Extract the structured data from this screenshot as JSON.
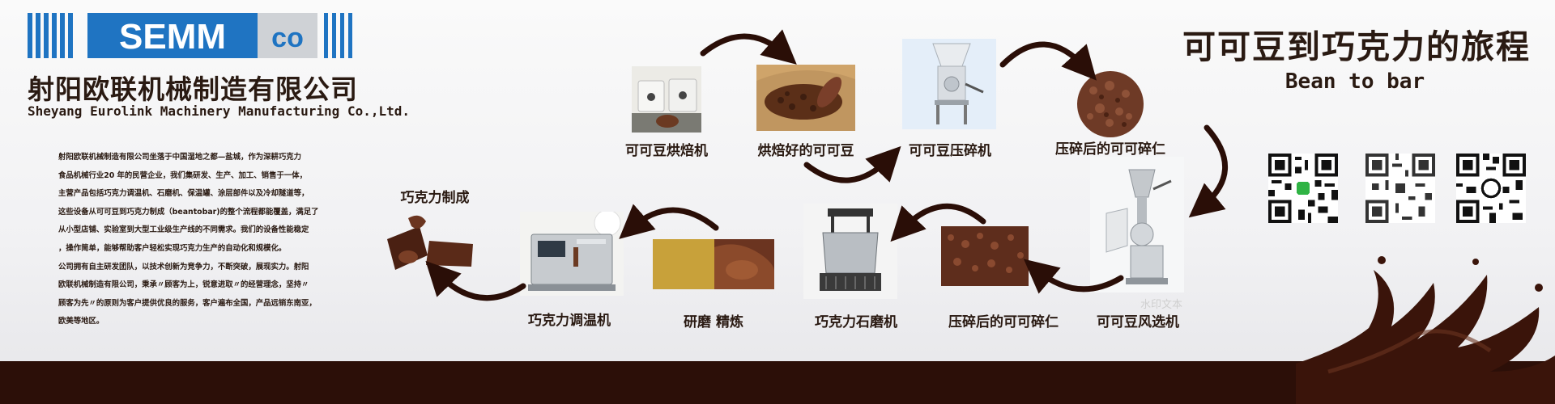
{
  "logo": {
    "brand": "SEMM",
    "suffix": "co",
    "blue": "#1f74c2",
    "gray": "#cfd2d6"
  },
  "company": {
    "name_cn": "射阳欧联机械制造有限公司",
    "name_en": "Sheyang Eurolink Machinery Manufacturing Co.,Ltd."
  },
  "intro_lines": [
    "射阳欧联机械制造有限公司坐落于中国湿地之都—盐城，作为深耕巧克力",
    "食品机械行业20 年的民营企业，我们集研发、生产、加工、销售于一体，",
    "主营产品包括巧克力调温机、石磨机、保温罐、涂层部件以及冷却隧道等，",
    "这些设备从可可豆到巧克力制成（beantobar)的整个流程都能覆盖，满足了",
    "从小型店铺、实验室到大型工业级生产线的不同需求。我们的设备性能稳定",
    "，操作简单，能够帮助客户轻松实现巧克力生产的自动化和规模化。",
    "公司拥有自主研发团队，以技术创新为竞争力，不断突破，展现实力。射阳",
    "欧联机械制造有限公司，秉承〃顾客为上，锐意进取〃的经营理念，坚持〃",
    "顾客为先〃的原则为客户提供优良的服务，客户遍布全国，产品远销东南亚，",
    "欧美等地区。"
  ],
  "title": {
    "cn": "可可豆到巧克力的旅程",
    "en": "Bean to bar"
  },
  "stages": {
    "roaster": "可可豆烘焙机",
    "roasted_beans": "烘焙好的可可豆",
    "crusher": "可可豆压碎机",
    "nibs_top": "压碎后的可可碎仁",
    "winnower": "可可豆风选机",
    "nibs_bottom": "压碎后的可可碎仁",
    "stone_grinder": "巧克力石磨机",
    "refining": "研磨  精炼",
    "tempering": "巧克力调温机",
    "finished": "巧克力制成"
  },
  "qr_codes": [
    "line-qr-icon",
    "generic-qr-icon",
    "whatsapp-qr-icon"
  ],
  "watermark": "水印文本",
  "colors": {
    "brown_dark": "#2c0f08",
    "arrow": "#2a0e07",
    "text": "#2a1a12"
  }
}
